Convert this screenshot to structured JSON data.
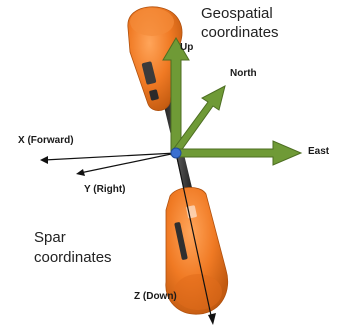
{
  "geospatial_title": {
    "line1": "Geospatial",
    "line2": "coordinates"
  },
  "spar_title": {
    "line1": "Spar",
    "line2": "coordinates"
  },
  "axes": {
    "up": "Up",
    "north": "North",
    "east": "East",
    "x_forward": "X (Forward)",
    "y_right": "Y (Right)",
    "z_down": "Z (Down)"
  },
  "colors": {
    "geospatial_arrow": "#6f9a36",
    "geospatial_arrow_outline": "#4d6e22",
    "spar_arrow": "#111111",
    "buoy_orange": "#f07a24",
    "buoy_orange_dark": "#c25a10",
    "spar_shaft": "#2b2b2b",
    "origin_dot": "#3a6fd0"
  }
}
